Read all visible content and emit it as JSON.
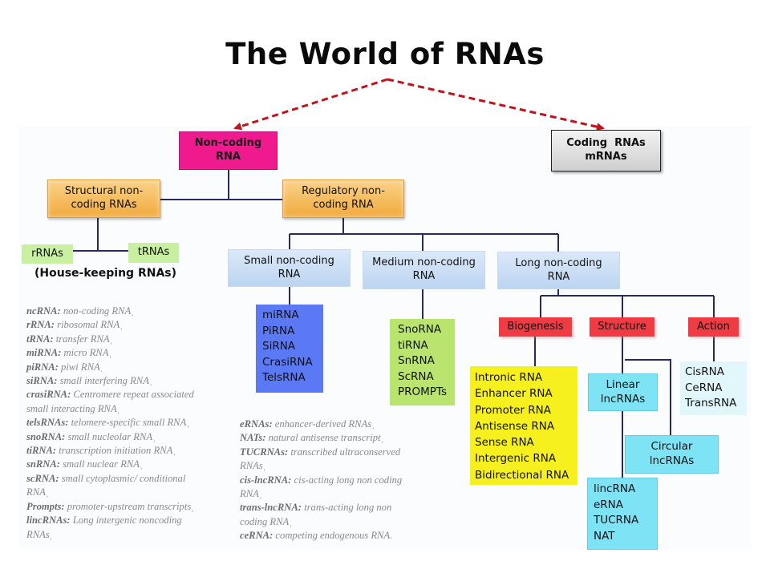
{
  "title": "The World of RNAs",
  "colors": {
    "arrow": "#c0141c",
    "connector": "#2a2a5a",
    "noncoding": "#ee1a8e",
    "structural": "#f0aa3c",
    "housekeeping": "#c8f0a0",
    "class": "#bcd4f0",
    "small_list": "#5b78f5",
    "medium_list": "#b9e56f",
    "category": "#ee3b44",
    "biogenesis_list": "#f6f01e",
    "structure_boxes": "#7de3f5",
    "action_list": "#e2f7fb"
  },
  "nodes": {
    "noncoding": [
      "Non-coding",
      "RNA"
    ],
    "coding": [
      "Coding  RNAs",
      "mRNAs"
    ],
    "structural": [
      "Structural non-",
      "coding RNAs"
    ],
    "regulatory": [
      "Regulatory non-",
      "coding RNA"
    ],
    "rrnas": "rRNAs",
    "trnas": "tRNAs",
    "housekeeping_note": "(House-keeping RNAs)",
    "small": [
      "Small non-coding",
      "RNA"
    ],
    "medium": [
      "Medium non-coding",
      "RNA"
    ],
    "long": [
      "Long non-coding",
      "RNA"
    ],
    "small_list": [
      "miRNA",
      "PiRNA",
      "SiRNA",
      "CrasiRNA",
      "TelsRNA"
    ],
    "medium_list": [
      "SnoRNA",
      "tiRNA",
      "SnRNA",
      "ScRNA",
      "PROMPTs"
    ],
    "biogenesis": "Biogenesis",
    "structure": "Structure",
    "action": "Action",
    "biogenesis_list": [
      "Intronic RNA",
      "Enhancer RNA",
      "Promoter RNA",
      "Antisense RNA",
      "Sense RNA",
      "Intergenic RNA",
      "Bidirectional RNA"
    ],
    "linear": [
      "Linear",
      "lncRNAs"
    ],
    "circular": [
      "Circular",
      "lncRNAs"
    ],
    "linear_list": [
      "lincRNA",
      "eRNA",
      "TUCRNA",
      "NAT"
    ],
    "action_list": [
      "CisRNA",
      "CeRNA",
      "TransRNA"
    ]
  },
  "glossary_left": [
    {
      "term": "ncRNA:",
      "def": " non-coding RNAˌ"
    },
    {
      "term": "rRNA:",
      "def": " ribosomal RNAˌ"
    },
    {
      "term": "tRNA:",
      "def": " transfer RNAˌ"
    },
    {
      "term": "miRNA:",
      "def": " micro RNAˌ"
    },
    {
      "term": "piRNA:",
      "def": " piwi RNAˌ"
    },
    {
      "term": "siRNA:",
      "def": " small interfering RNAˌ"
    },
    {
      "term": "crasiRNA:",
      "def": " Centromere repeat associated"
    },
    {
      "term": "",
      "def": "small interacting RNAˌ"
    },
    {
      "term": "telsRNAs:",
      "def": " telomere-specific small RNAˌ"
    },
    {
      "term": "snoRNA:",
      "def": " small nucleolar RNAˌ"
    },
    {
      "term": "tiRNA:",
      "def": " transcription initiation RNAˌ"
    },
    {
      "term": "snRNA:",
      "def": " small nuclear RNAˌ"
    },
    {
      "term": "scRNA:",
      "def": " small cytoplasmic/ conditional"
    },
    {
      "term": "",
      "def": "RNAˌ"
    },
    {
      "term": "Prompts:",
      "def": " promoter-upstream transcriptsˌ"
    },
    {
      "term": "lincRNAs:",
      "def": " Long intergenic noncoding"
    },
    {
      "term": "",
      "def": "RNAsˌ"
    }
  ],
  "glossary_right": [
    {
      "term": "eRNAs:",
      "def": " enhancer-derived RNAsˌ"
    },
    {
      "term": "NATs:",
      "def": " natural antisense transcriptˌ"
    },
    {
      "term": "TUCRNAs:",
      "def": " transcribed ultraconserved"
    },
    {
      "term": "",
      "def": "RNAsˌ"
    },
    {
      "term": "cis-lncRNA:",
      "def": " cis-acting long non coding"
    },
    {
      "term": "",
      "def": "RNAˌ"
    },
    {
      "term": "trans-lncRNA:",
      "def": " trans-acting long non"
    },
    {
      "term": "",
      "def": "coding RNAˌ"
    },
    {
      "term": "ceRNA:",
      "def": " competing endogenous RNA."
    }
  ]
}
